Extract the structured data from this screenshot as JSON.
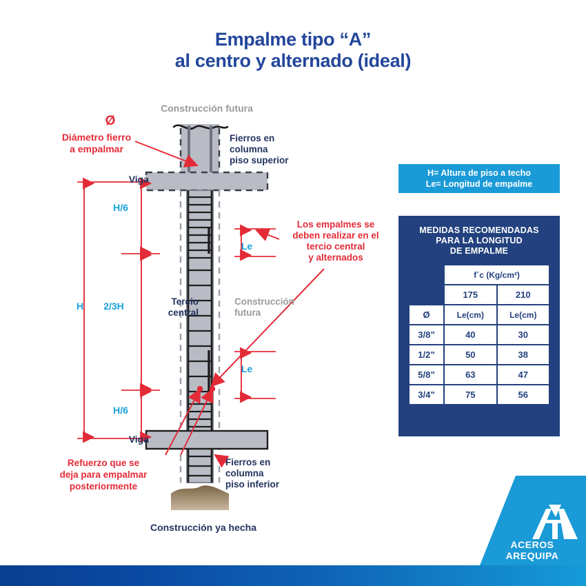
{
  "title": {
    "line1": "Empalme tipo “A”",
    "line2": "al centro y alternado (ideal)"
  },
  "legend_box": {
    "line1": "H= Altura de piso a techo",
    "line2": "Le= Longitud de empalme"
  },
  "table_panel": {
    "title_line1": "MEDIDAS RECOMENDADAS",
    "title_line2": "PARA LA LONGITUD",
    "title_line3": "DE EMPALME",
    "group_header": "f´c (Kg/cm²)",
    "strength_175": "175",
    "strength_210": "210",
    "diameter_header": "Ø",
    "le_header_175": "Le(cm)",
    "le_header_210": "Le(cm)",
    "rows": [
      {
        "diameter": "3/8”",
        "le175": "40",
        "le210": "30"
      },
      {
        "diameter": "1/2”",
        "le175": "50",
        "le210": "38"
      },
      {
        "diameter": "5/8”",
        "le175": "63",
        "le210": "47"
      },
      {
        "diameter": "3/4”",
        "le175": "75",
        "le210": "56"
      }
    ]
  },
  "annotations": {
    "construccion_futura_top": "Construcción futura",
    "diameter_symbol": "Ø",
    "diametro_fierro_l1": "Diámetro fierro",
    "diametro_fierro_l2": "a empalmar",
    "fierros_superior_l1": "Fierros en",
    "fierros_superior_l2": "columna",
    "fierros_superior_l3": "piso superior",
    "viga_top": "Viga",
    "h_sexto_top": "H/6",
    "h_total": "H",
    "dos_tercios_h": "2/3H",
    "tercio_central_l1": "Tercio",
    "tercio_central_l2": "central",
    "construccion_futura_mid_l1": "Construcción",
    "construccion_futura_mid_l2": "futura",
    "le_top": "Le",
    "le_bottom": "Le",
    "empalmes_l1": "Los empalmes se",
    "empalmes_l2": "deben realizar en el",
    "empalmes_l3": "tercio central",
    "empalmes_l4": "y alternados",
    "h_sexto_bottom": "H/6",
    "viga_bottom": "Viga",
    "refuerzo_l1": "Refuerzo que se",
    "refuerzo_l2": "deja para empalmar",
    "refuerzo_l3": "posteriormente",
    "fierros_inferior_l1": "Fierros en",
    "fierros_inferior_l2": "columna",
    "fierros_inferior_l3": "piso inferior",
    "construccion_ya_hecha": "Construcción ya hecha"
  },
  "logo": {
    "name_line1": "ACEROS",
    "name_line2": "AREQUIPA"
  },
  "colors": {
    "title_blue": "#23469b",
    "navy": "#23335f",
    "panel_navy": "#22417e",
    "cyan": "#17a2dc",
    "info_blue": "#1a9ad7",
    "red": "#e32b37",
    "gray_text": "#9a9a9a",
    "concrete": "#b9bcc4",
    "ground_brown": "#8a7356"
  }
}
